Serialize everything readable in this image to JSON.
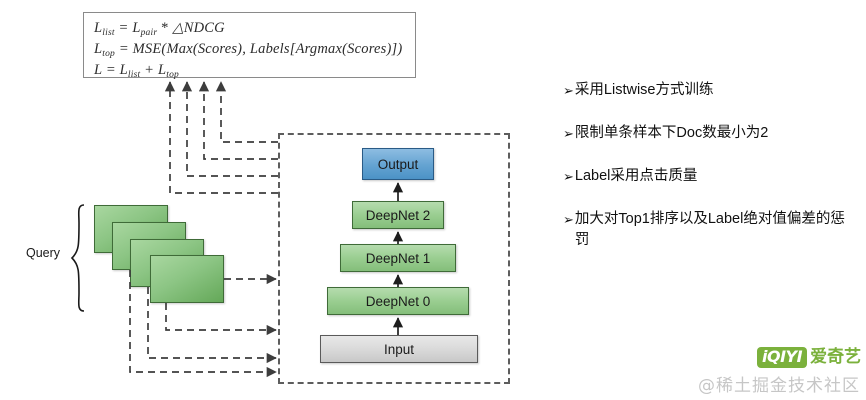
{
  "figure": {
    "formula": {
      "lines": [
        {
          "lhs": "L",
          "lhs_sub": "list",
          "rhs": " = L",
          "rhs_sub": "pair",
          "tail": " * △NDCG"
        },
        {
          "lhs": "L",
          "lhs_sub": "top",
          "rhs": " = MSE(Max(Scores), Labels[Argmax(Scores)])",
          "rhs_sub": "",
          "tail": ""
        },
        {
          "lhs": "L",
          "lhs_sub": "",
          "rhs": " = L",
          "rhs_sub": "list",
          "tail": " + L",
          "tail_sub": "top"
        }
      ],
      "plain": [
        "L_list = L_pair * △NDCG",
        "L_top = MSE(Max(Scores), Labels[Argmax(Scores)])",
        "L = L_list + L_top"
      ]
    },
    "query_label": "Query",
    "query_cards_count": 4,
    "nodes": [
      {
        "id": "output",
        "label": "Output",
        "color": "#66a4d2"
      },
      {
        "id": "deepnet2",
        "label": "DeepNet 2",
        "color": "#9ace91"
      },
      {
        "id": "deepnet1",
        "label": "DeepNet 1",
        "color": "#9ace91"
      },
      {
        "id": "deepnet0",
        "label": "DeepNet 0",
        "color": "#84be7a"
      },
      {
        "id": "input",
        "label": "Input",
        "color": "#dadada"
      }
    ]
  },
  "bullets": [
    {
      "glyph": "➢",
      "text": "采用Listwise方式训练"
    },
    {
      "glyph": "➢",
      "text": "限制单条样本下Doc数最小为2"
    },
    {
      "glyph": "➢",
      "text": "Label采用点击质量"
    },
    {
      "glyph": "➢",
      "text": "加大对Top1排序以及Label绝对值偏差的惩罚"
    }
  ],
  "branding": {
    "logo_mark": "iQIYI",
    "logo_text": "爱奇艺",
    "logo_color": "#7bb13c",
    "watermark": "@稀土掘金技术社区"
  }
}
